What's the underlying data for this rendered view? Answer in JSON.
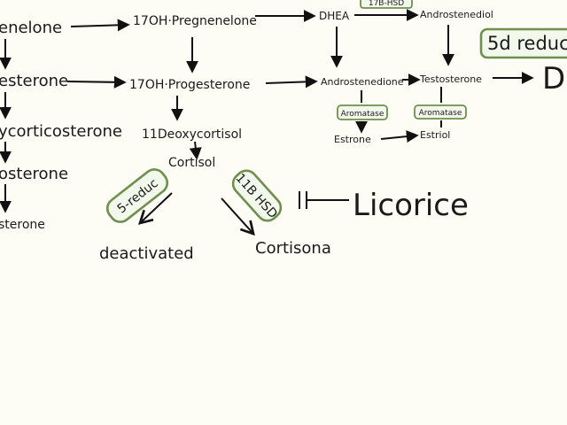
{
  "nodes": {
    "pregnenelone": "enelone",
    "progesterone": "esterone",
    "deoxycorticosterone": "ycorticosterone",
    "corticosterone": "osterone",
    "aldosterone": "sterone",
    "oh_pregnenelone": "17OH·Pregnenelone",
    "oh_progesterone": "17OH·Progesterone",
    "deoxycortisol": "11Deoxycortisol",
    "cortisol": "Cortisol",
    "deactivated": "deactivated",
    "cortisona": "Cortisona",
    "dhea": "DHEA",
    "androstenedione": "Androstenedione",
    "androstenediol": "Androstenediol",
    "testosterone": "Testosterone",
    "estrone": "Estrone",
    "estriol": "Estriol",
    "d_label": "D",
    "licorice": "Licorice"
  },
  "enzymes": {
    "hsd17b": "17B-HSD",
    "aromatase_1": "Aromatase",
    "aromatase_2": "Aromatase",
    "reductase_5a": "5d reduc",
    "reductase_5b": "5-reduc",
    "hsd11b": "11B HSD"
  },
  "colors": {
    "ink": "#1a1a1a",
    "enzyme_outline": "#6e8f4e",
    "enzyme_fill": "#f3f8ec",
    "background": "#fdfdf6"
  }
}
